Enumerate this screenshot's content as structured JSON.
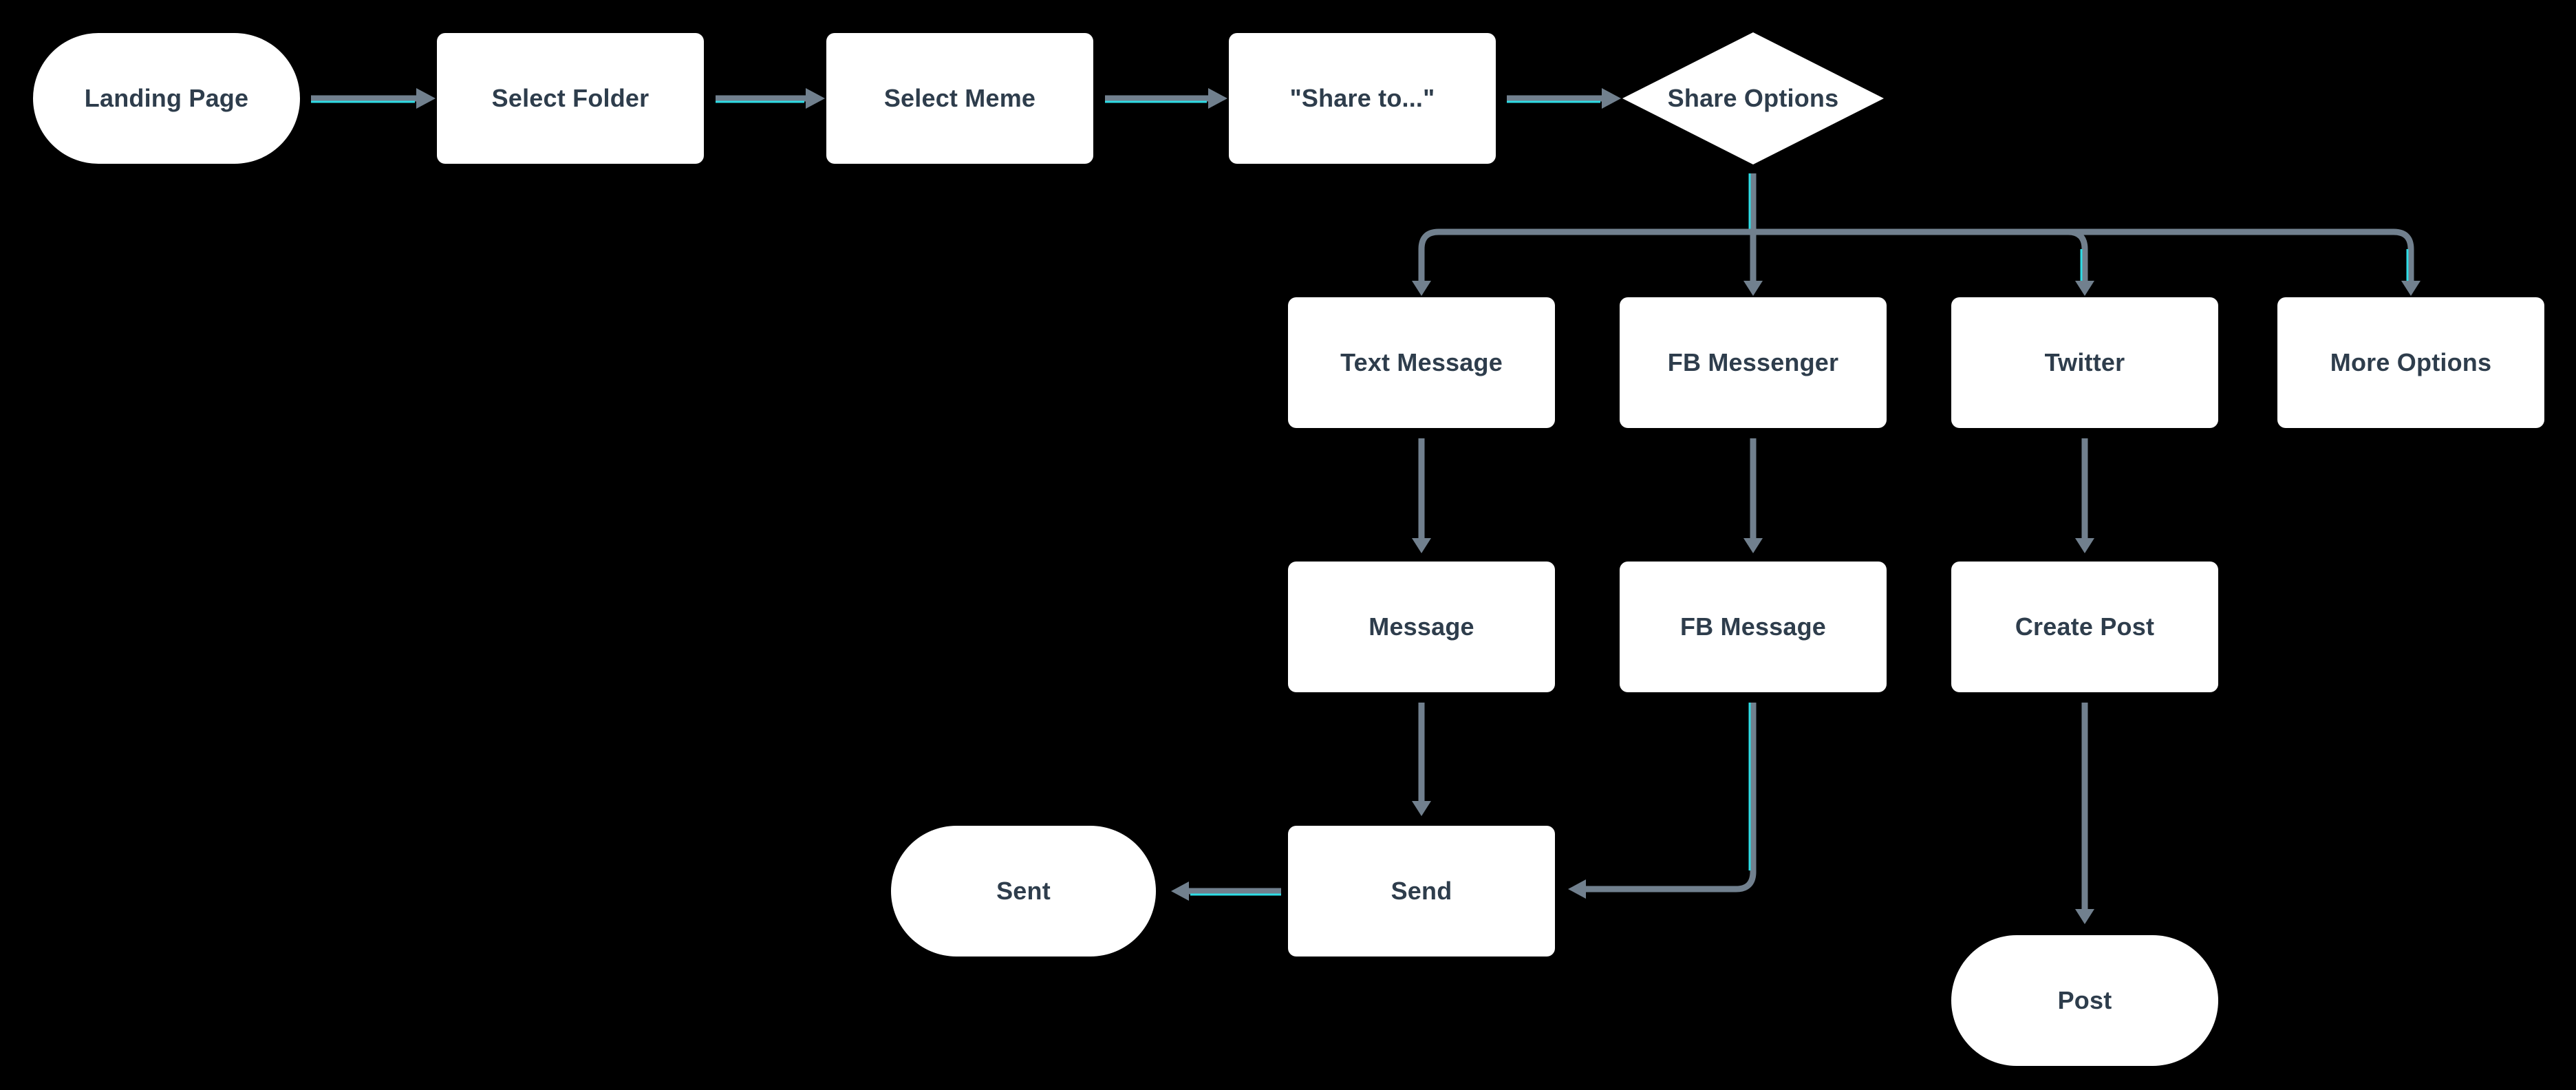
{
  "palette": {
    "background": "#000000",
    "node_fill": "#ffffff",
    "node_text": "#2e3d4c",
    "connector": "#71808e",
    "accent": "#2edde6"
  },
  "nodes": {
    "landing": {
      "label": "Landing Page",
      "shape": "terminal"
    },
    "select_folder": {
      "label": "Select Folder",
      "shape": "process"
    },
    "select_meme": {
      "label": "Select Meme",
      "shape": "process"
    },
    "share_to": {
      "label": "\"Share to...\"",
      "shape": "process"
    },
    "share_options": {
      "label": "Share Options",
      "shape": "decision"
    },
    "text_message": {
      "label": "Text Message",
      "shape": "process"
    },
    "fb_messenger": {
      "label": "FB Messenger",
      "shape": "process"
    },
    "twitter": {
      "label": "Twitter",
      "shape": "process"
    },
    "more_options": {
      "label": "More Options",
      "shape": "process"
    },
    "message": {
      "label": "Message",
      "shape": "process"
    },
    "fb_message": {
      "label": "FB Message",
      "shape": "process"
    },
    "create_post": {
      "label": "Create Post",
      "shape": "process"
    },
    "send": {
      "label": "Send",
      "shape": "process"
    },
    "sent": {
      "label": "Sent",
      "shape": "terminal"
    },
    "post": {
      "label": "Post",
      "shape": "terminal"
    }
  },
  "edges": [
    {
      "from": "Landing Page",
      "to": "Select Folder"
    },
    {
      "from": "Select Folder",
      "to": "Select Meme"
    },
    {
      "from": "Select Meme",
      "to": "\"Share to...\""
    },
    {
      "from": "\"Share to...\"",
      "to": "Share Options"
    },
    {
      "from": "Share Options",
      "to": "Text Message"
    },
    {
      "from": "Share Options",
      "to": "FB Messenger"
    },
    {
      "from": "Share Options",
      "to": "Twitter"
    },
    {
      "from": "Share Options",
      "to": "More Options"
    },
    {
      "from": "Text Message",
      "to": "Message"
    },
    {
      "from": "FB Messenger",
      "to": "FB Message"
    },
    {
      "from": "Twitter",
      "to": "Create Post"
    },
    {
      "from": "Message",
      "to": "Send"
    },
    {
      "from": "FB Message",
      "to": "Send"
    },
    {
      "from": "Create Post",
      "to": "Post"
    },
    {
      "from": "Send",
      "to": "Sent"
    }
  ]
}
